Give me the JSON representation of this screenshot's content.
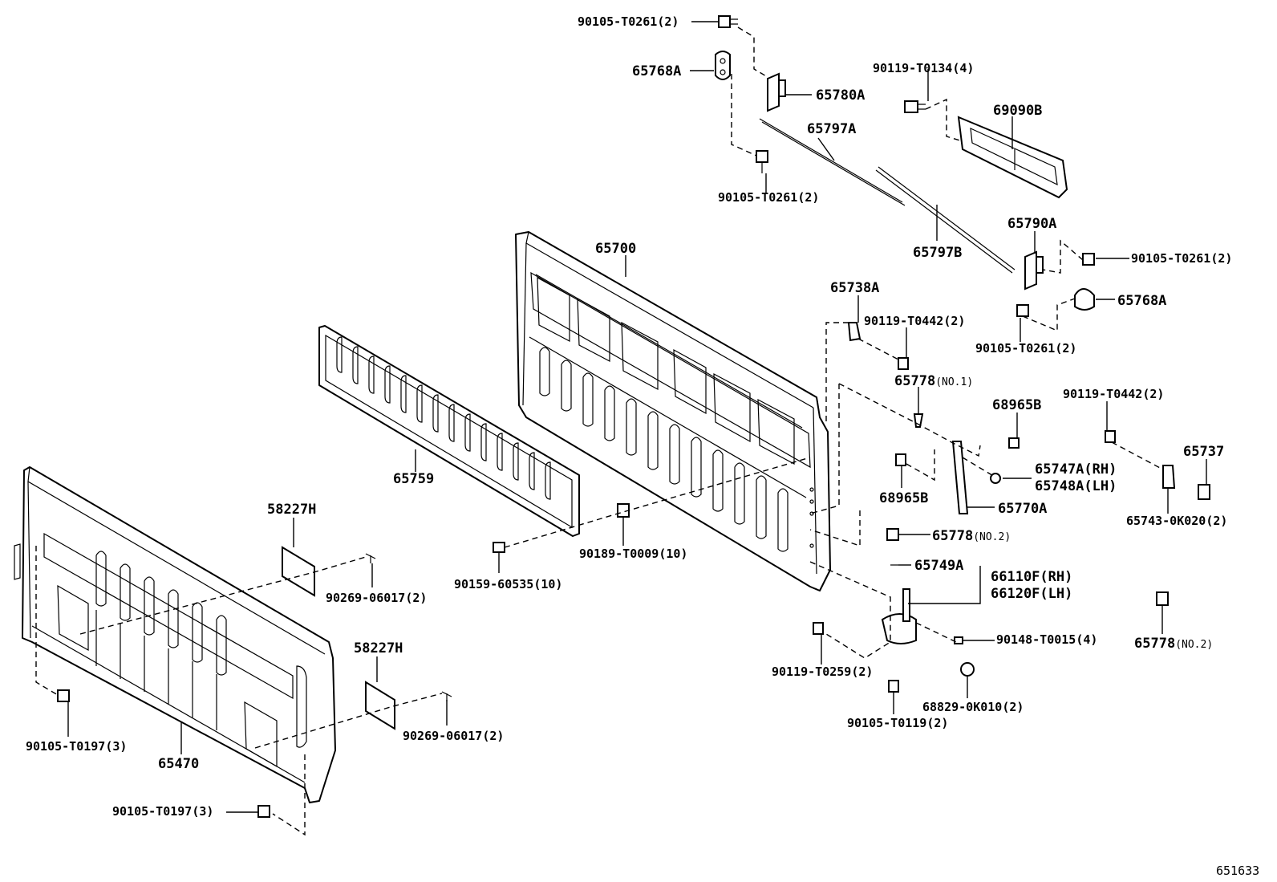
{
  "diagram_id": "651633",
  "labels": {
    "l01": "90105-T0261(2)",
    "l02": "65768A",
    "l03": "65780A",
    "l04": "90119-T0134(4)",
    "l05": "69090B",
    "l06": "65797A",
    "l07": "90105-T0261(2)",
    "l08": "65797B",
    "l09": "65790A",
    "l10": "90105-T0261(2)",
    "l11": "65700",
    "l12": "65768A",
    "l13": "65738A",
    "l14": "90119-T0442(2)",
    "l15": "90105-T0261(2)",
    "l16": "65778",
    "l16s": "(NO.1)",
    "l17": "68965B",
    "l18": "90119-T0442(2)",
    "l19": "65737",
    "l20": "65759",
    "l21": "68965B",
    "l22": "65747A(RH)",
    "l23": "65748A(LH)",
    "l24": "65770A",
    "l25": "65743-0K020(2)",
    "l26": "58227H",
    "l27": "65778",
    "l27s": "(NO.2)",
    "l28": "90189-T0009(10)",
    "l29": "90159-60535(10)",
    "l30": "65749A",
    "l31": "66110F(RH)",
    "l32": "66120F(LH)",
    "l33": "90269-06017(2)",
    "l34": "65778",
    "l34s": "(NO.2)",
    "l35": "90148-T0015(4)",
    "l36": "58227H",
    "l37": "90119-T0259(2)",
    "l38": "68829-0K010(2)",
    "l39": "90269-06017(2)",
    "l40": "90105-T0119(2)",
    "l41": "90105-T0197(3)",
    "l42": "65470",
    "l43": "90105-T0197(3)"
  }
}
